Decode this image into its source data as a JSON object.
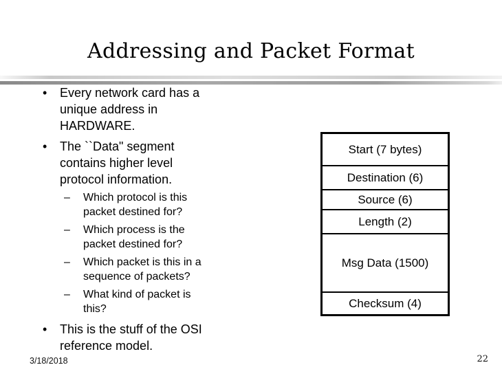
{
  "slide": {
    "title": "Addressing and Packet Format",
    "bullets": [
      {
        "level": 1,
        "marker": "•",
        "text": "Every network card has a\nunique address in\nHARDWARE."
      },
      {
        "level": 1,
        "marker": "•",
        "text": "The ``Data\" segment\ncontains higher level\nprotocol information."
      },
      {
        "level": 2,
        "marker": "–",
        "text": "Which protocol is this\npacket destined for?"
      },
      {
        "level": 2,
        "marker": "–",
        "text": "Which process is the\npacket destined for?"
      },
      {
        "level": 2,
        "marker": "–",
        "text": "Which packet is this in a\nsequence of packets?"
      },
      {
        "level": 2,
        "marker": "–",
        "text": "What kind of packet is\nthis?"
      },
      {
        "level": 1,
        "marker": "•",
        "text": "This is the stuff of the OSI\nreference model."
      }
    ],
    "packet_diagram": {
      "rows": [
        {
          "label": "Start (7 bytes)"
        },
        {
          "label": "Destination (6)"
        },
        {
          "label": "Source (6)"
        },
        {
          "label": "Length (2)"
        },
        {
          "label": "Msg Data (1500)"
        },
        {
          "label": "Checksum (4)"
        }
      ]
    },
    "footer": {
      "date": "3/18/2018",
      "page_number": "22"
    },
    "colors": {
      "background": "#ffffff",
      "text": "#000000",
      "divider_light": "#d5d5d5",
      "divider_dark": "#9a9a9a",
      "diagram_border": "#000000"
    }
  }
}
